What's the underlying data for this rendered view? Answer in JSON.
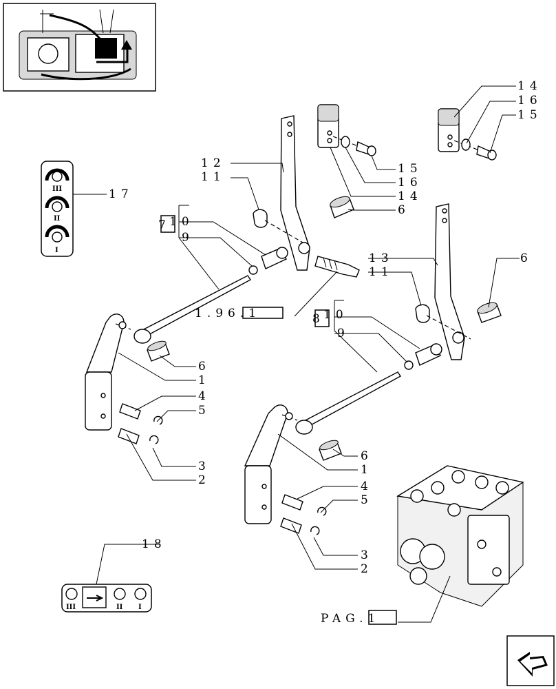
{
  "labels": {
    "c14a": "14",
    "c16a": "16",
    "c15a": "15",
    "c15b": "15",
    "c16b": "16",
    "c14b": "14",
    "c6a": "6",
    "c12": "12",
    "c11a": "11",
    "c10a": "10",
    "c9a": "9",
    "c7": "7",
    "c17": "17",
    "c13": "13",
    "c11b": "11",
    "c6b": "6",
    "c10b": "10",
    "c9b": "9",
    "c8": "8",
    "ref": "1.96.1",
    "c6c": "6",
    "c1a": "1",
    "c4a": "4",
    "c5a": "5",
    "c3a": "3",
    "c2a": "2",
    "c6d": "6",
    "c1b": "1",
    "c4b": "4",
    "c5b": "5",
    "c3b": "3",
    "c2b": "2",
    "c18": "18",
    "pag": "PAG.1"
  },
  "gear_labels": {
    "g3": "III",
    "g2": "II",
    "g1": "I"
  },
  "switch_labels": {
    "s3": "III",
    "s2": "II",
    "s1": "I"
  },
  "colors": {
    "ink": "#000000",
    "paper": "#ffffff",
    "shade": "#d8d8d8"
  },
  "icons": {
    "nav": "next-page-arrow-icon",
    "thumb": "transmission-thumbnail-icon"
  }
}
